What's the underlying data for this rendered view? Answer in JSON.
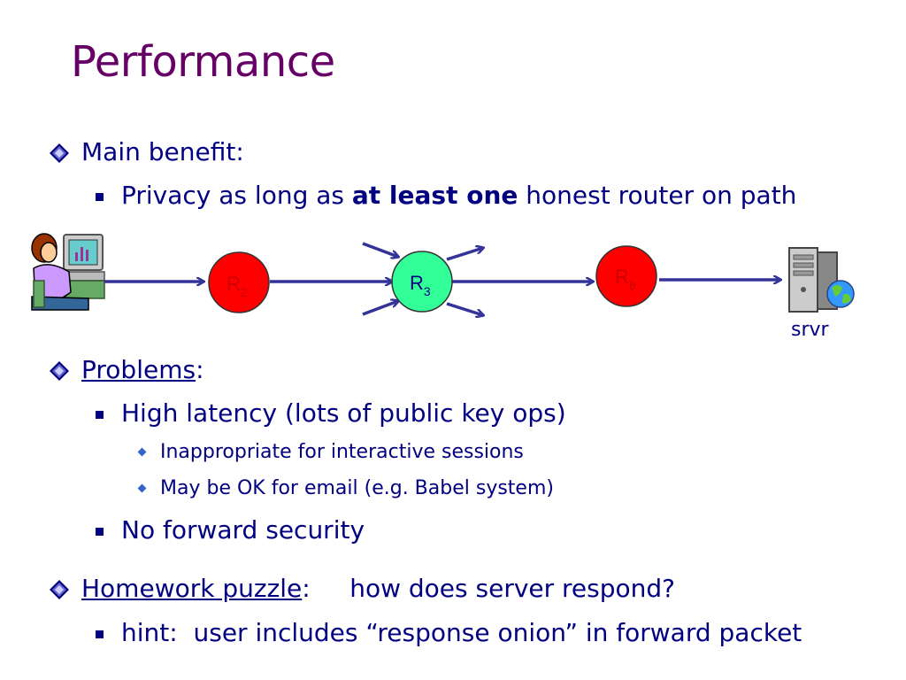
{
  "slide": {
    "title": "Performance",
    "main_benefit": {
      "label": "Main benefit:",
      "detail_pre": "Privacy as long as ",
      "detail_bold": "at least one",
      "detail_post": " honest router on path"
    },
    "diagram": {
      "routers": [
        {
          "label": "R",
          "sub": "2",
          "color": "#ff0000"
        },
        {
          "label": "R",
          "sub": "3",
          "color": "#33ff99"
        },
        {
          "label": "R",
          "sub": "6",
          "color": "#ff0000"
        }
      ],
      "server_label": "srvr",
      "arrow_color": "#333399"
    },
    "problems": {
      "label": "Problems",
      "colon": ":",
      "items": [
        {
          "text": "High latency (lots of public key ops)",
          "subitems": [
            "Inappropriate for interactive sessions",
            "May be OK for email  (e.g. Babel system)"
          ]
        },
        {
          "text": "No forward security",
          "subitems": []
        }
      ]
    },
    "homework": {
      "label": "Homework puzzle",
      "rest": ":     how does server respond?",
      "hint": "hint:  user includes “response onion” in forward packet"
    }
  }
}
